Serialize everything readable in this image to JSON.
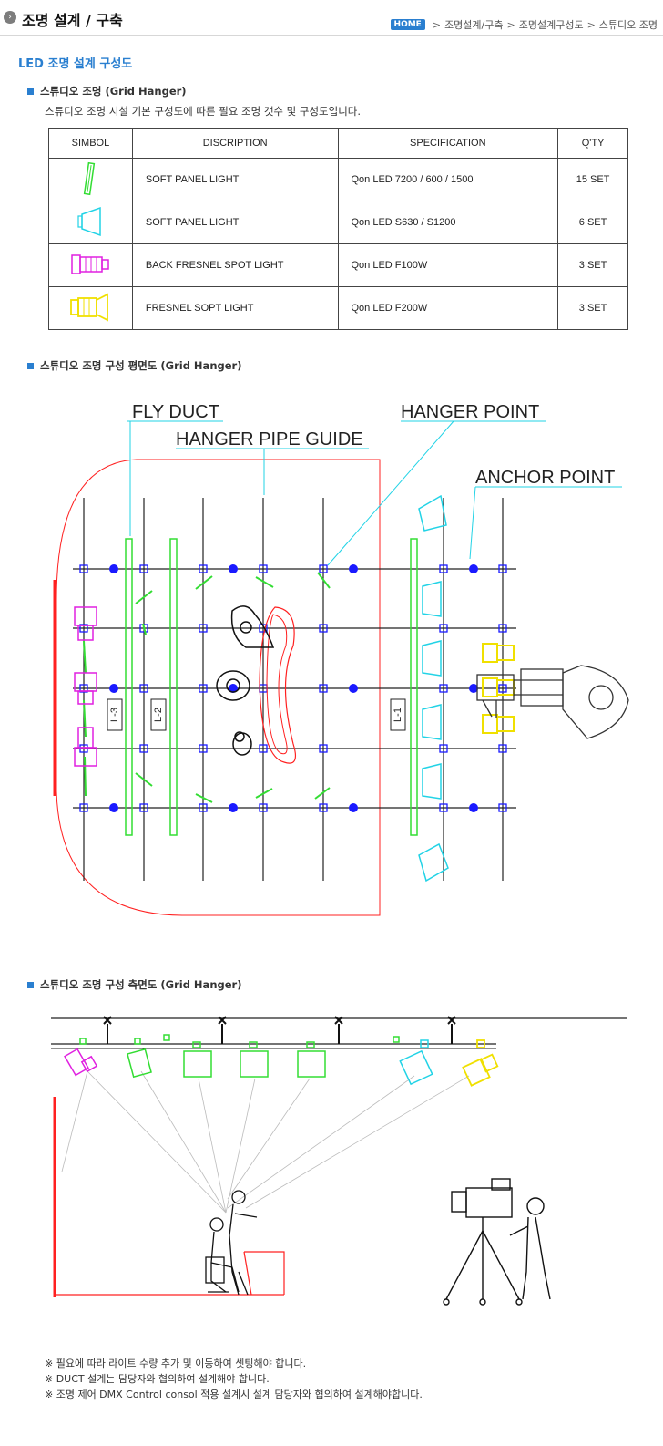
{
  "header": {
    "title": "조명 설계 / 구축",
    "home_badge": "HOME",
    "breadcrumb": [
      "조명설계/구축",
      "조명설계구성도",
      "스튜디오 조명"
    ]
  },
  "page_heading": "LED 조명 설계 구성도",
  "section1": {
    "title": "스튜디오 조명 (Grid Hanger)",
    "description": "스튜디오 조명 시설 기본 구성도에 따른 필요 조명 갯수 및 구성도입니다."
  },
  "table": {
    "headers": [
      "SIMBOL",
      "DISCRIPTION",
      "SPECIFICATION",
      "Q'TY"
    ],
    "rows": [
      {
        "symbol": "green-panel-icon",
        "description": "SOFT PANEL LIGHT",
        "spec": "Qon LED 7200 / 600 / 1500",
        "qty": "15 SET"
      },
      {
        "symbol": "cyan-panel-icon",
        "description": "SOFT PANEL LIGHT",
        "spec": "Qon LED S630 / S1200",
        "qty": "6 SET"
      },
      {
        "symbol": "magenta-fresnel-icon",
        "description": "BACK FRESNEL SPOT LIGHT",
        "spec": "Qon LED F100W",
        "qty": "3 SET"
      },
      {
        "symbol": "yellow-fresnel-icon",
        "description": "FRESNEL SOPT LIGHT",
        "spec": "Qon LED F200W",
        "qty": "3 SET"
      }
    ]
  },
  "section2": {
    "title": "스튜디오 조명 구성 평면도 (Grid Hanger)"
  },
  "plan_labels": {
    "fly_duct": "FLY DUCT",
    "hanger_pipe_guide": "HANGER PIPE GUIDE",
    "hanger_point": "HANGER POINT",
    "anchor_point": "ANCHOR POINT",
    "duct_1": "L-1",
    "duct_2": "L-2",
    "duct_3": "L-3"
  },
  "section3": {
    "title": "스튜디오 조명 구성 측면도 (Grid Hanger)"
  },
  "notes": [
    "※ 필요에 따라 라이트 수량 추가 및 이동하여 셋팅해야 합니다.",
    "※ DUCT 설계는 담당자와 협의하여 설계해야 합니다.",
    "※ 조명 제어 DMX Control consol 적용 설계시 설계 담당자와 협의하여 설계해야합니다."
  ],
  "colors": {
    "accent": "#2a7fd0",
    "soft_panel": "#33dd33",
    "soft_panel_cyan": "#22d3e6",
    "back_fresnel": "#e020e0",
    "fresnel": "#f0e000",
    "studio_wall": "#ff2020",
    "hanger_point": "#1a1aff"
  }
}
